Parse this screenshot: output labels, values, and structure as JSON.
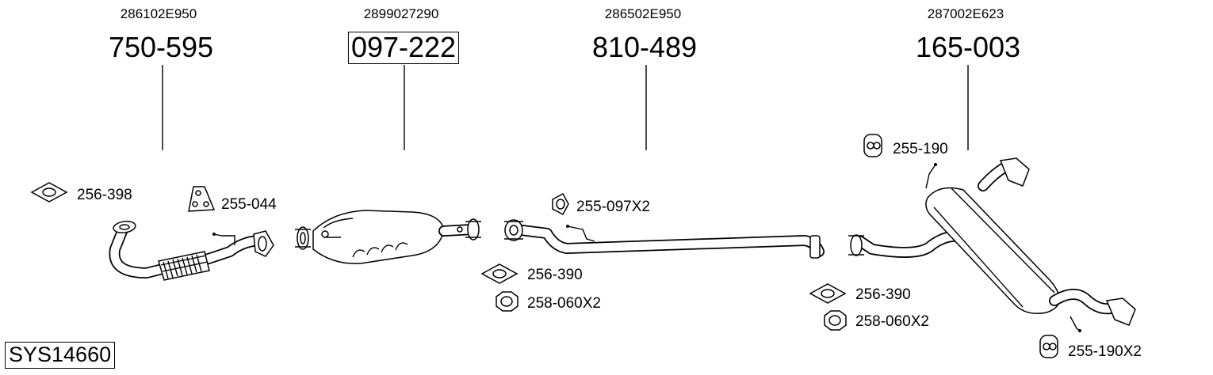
{
  "parts": [
    {
      "oem": "286102E950",
      "number": "750-595"
    },
    {
      "oem": "2899027290",
      "number": "097-222"
    },
    {
      "oem": "286502E950",
      "number": "810-489"
    },
    {
      "oem": "287002E623",
      "number": "165-003"
    }
  ],
  "accessories": {
    "gasket_front": "256-398",
    "bracket_front": "255-044",
    "hanger_center": "255-097X2",
    "gasket_mid": "256-390",
    "nut_mid": "258-060X2",
    "gasket_rear": "256-390",
    "nut_rear": "258-060X2",
    "hanger_rear_top": "255-190",
    "hanger_rear_bottom": "255-190X2"
  },
  "system_code": "SYS14660"
}
